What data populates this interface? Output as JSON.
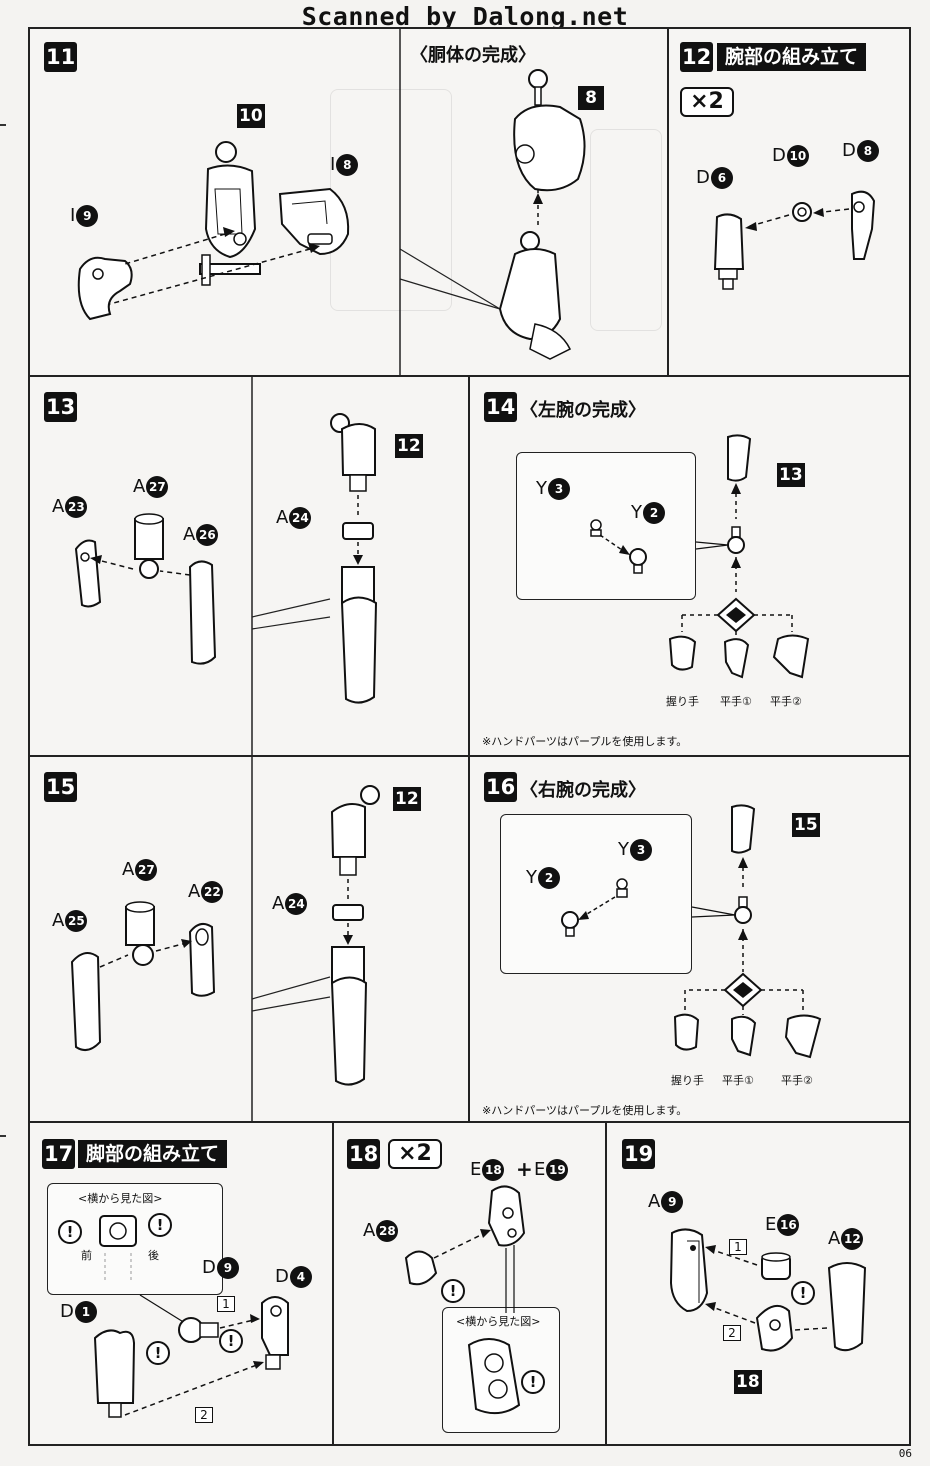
{
  "header": "Scanned by Dalong.net",
  "page_number": "06",
  "step11": {
    "num": "11",
    "title": "〈胴体の完成〉",
    "labels": {
      "p10": "10",
      "i8_letter": "I",
      "i8_num": "8",
      "i9_letter": "I",
      "i9_num": "9",
      "p8": "8"
    }
  },
  "step12": {
    "num": "12",
    "title": "腕部の組み立て",
    "mult": "×2",
    "labels": {
      "d6_l": "D",
      "d6_n": "6",
      "d10_l": "D",
      "d10_n": "10",
      "d8_l": "D",
      "d8_n": "8"
    }
  },
  "step13": {
    "num": "13",
    "labels": {
      "a23_l": "A",
      "a23_n": "23",
      "a27_l": "A",
      "a27_n": "27",
      "a26_l": "A",
      "a26_n": "26",
      "a24_l": "A",
      "a24_n": "24",
      "p12": "12"
    }
  },
  "step14": {
    "num": "14",
    "title": "〈左腕の完成〉",
    "labels": {
      "y3_l": "Y",
      "y3_n": "3",
      "y2_l": "Y",
      "y2_n": "2",
      "p13": "13"
    },
    "hands": [
      "握り手",
      "平手①",
      "平手②"
    ],
    "note": "※ハンドパーツはパープルを使用します。"
  },
  "step15": {
    "num": "15",
    "labels": {
      "a25_l": "A",
      "a25_n": "25",
      "a27_l": "A",
      "a27_n": "27",
      "a22_l": "A",
      "a22_n": "22",
      "a24_l": "A",
      "a24_n": "24",
      "p12": "12"
    }
  },
  "step16": {
    "num": "16",
    "title": "〈右腕の完成〉",
    "labels": {
      "y2_l": "Y",
      "y2_n": "2",
      "y3_l": "Y",
      "y3_n": "3",
      "p15": "15"
    },
    "hands": [
      "握り手",
      "平手①",
      "平手②"
    ],
    "note": "※ハンドパーツはパープルを使用します。"
  },
  "step17": {
    "num": "17",
    "title": "脚部の組み立て",
    "inset_title": "<横から見た図>",
    "front": "前",
    "back": "後",
    "labels": {
      "d9_l": "D",
      "d9_n": "9",
      "d4_l": "D",
      "d4_n": "4",
      "d1_l": "D",
      "d1_n": "1",
      "box1": "1",
      "box2": "2"
    }
  },
  "step18": {
    "num": "18",
    "mult": "×2",
    "inset_title": "<横から見た図>",
    "labels": {
      "e18_l": "E",
      "e18_n": "18",
      "plus": "+",
      "e19_l": "E",
      "e19_n": "19",
      "a28_l": "A",
      "a28_n": "28"
    }
  },
  "step19": {
    "num": "19",
    "labels": {
      "a9_l": "A",
      "a9_n": "9",
      "e16_l": "E",
      "e16_n": "16",
      "a12_l": "A",
      "a12_n": "12",
      "box1": "1",
      "box2": "2",
      "p18": "18"
    }
  },
  "warning_glyph": "!"
}
